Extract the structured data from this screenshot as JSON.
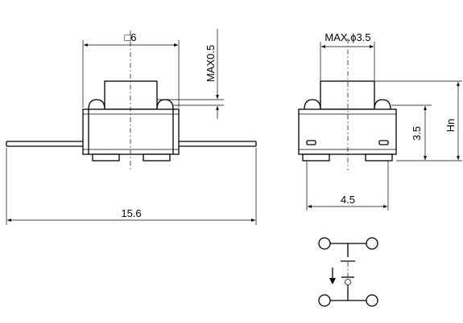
{
  "dimensions": {
    "square_size": "□6",
    "max_height": "MAX0.5",
    "max_diameter": "MAX.ϕ3.5",
    "height_35": "3.5",
    "hn": "Hn",
    "width_45": "4.5",
    "total_length": "15.6"
  }
}
